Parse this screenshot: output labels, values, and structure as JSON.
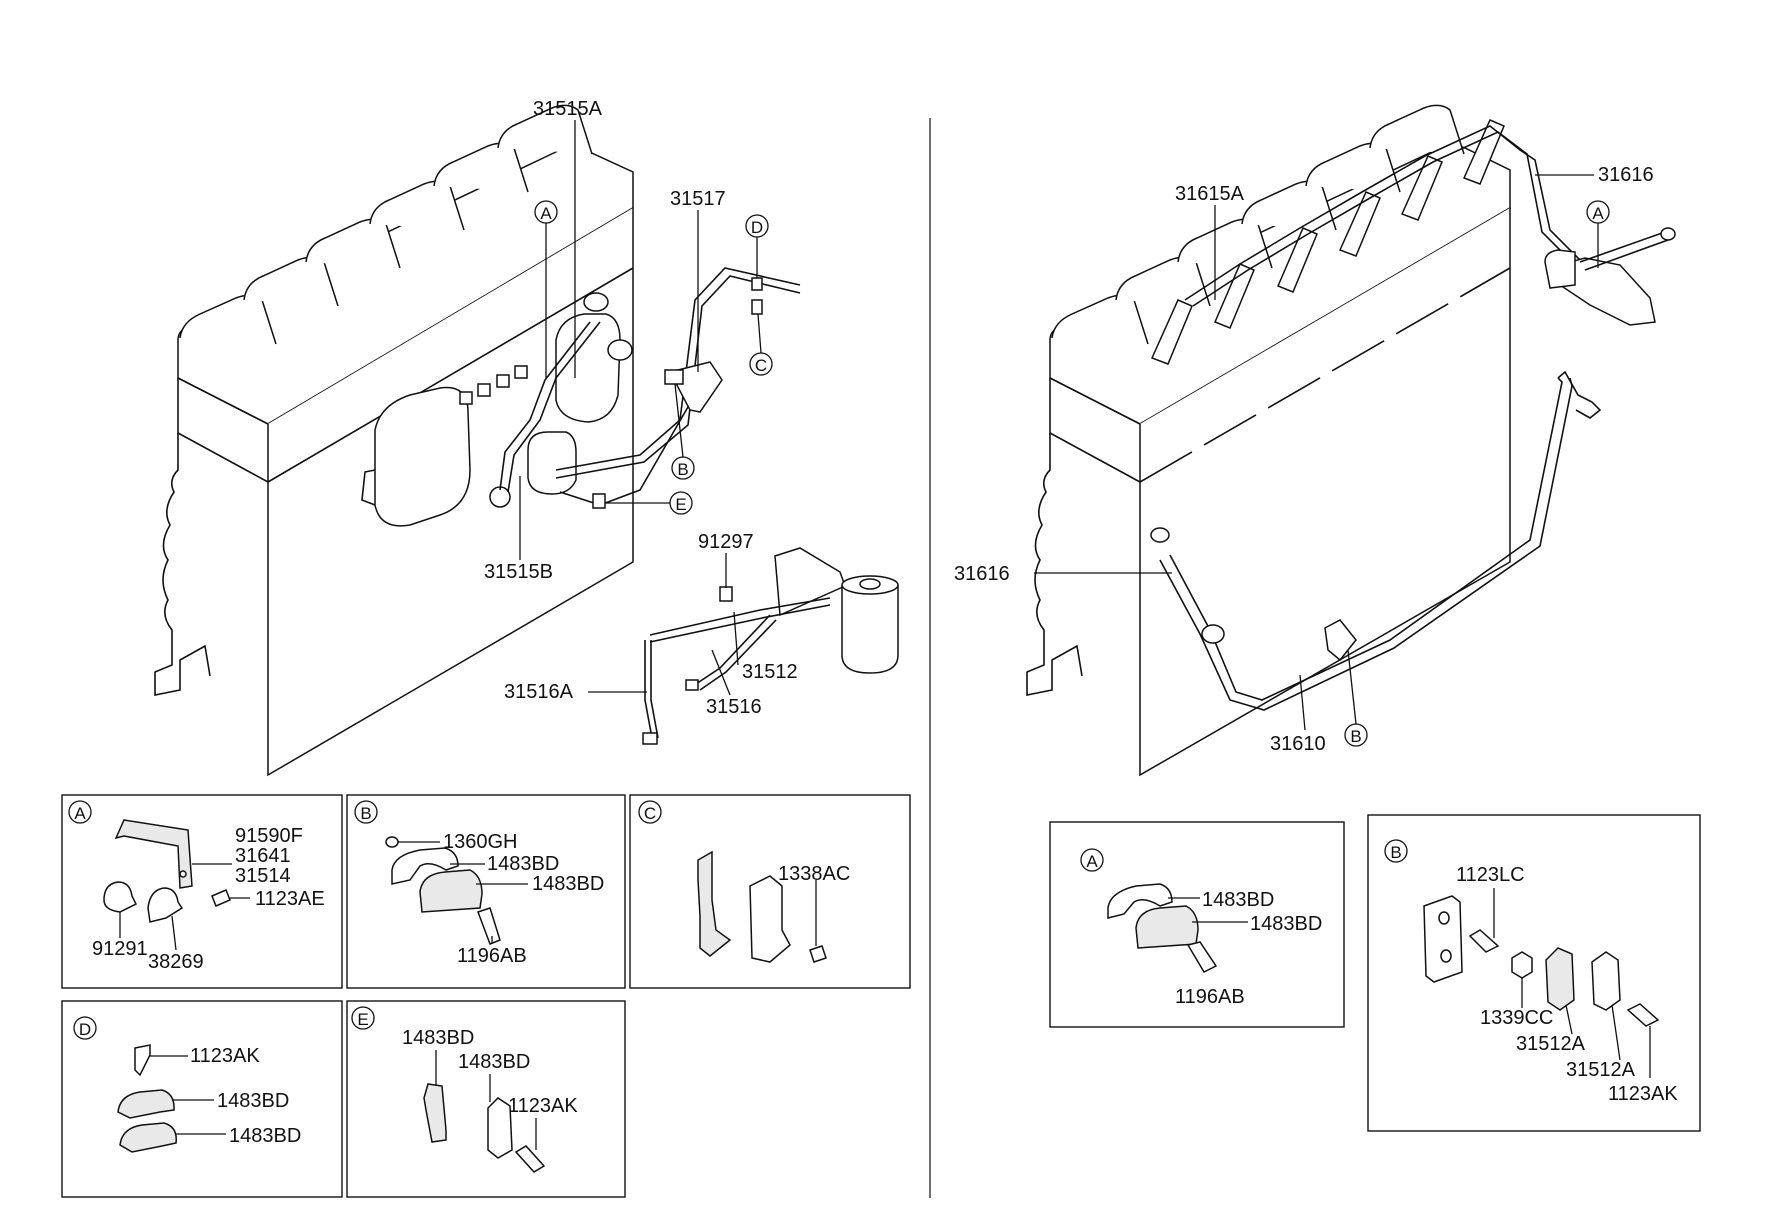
{
  "left_diagram": {
    "labels": [
      "31515A",
      "31517",
      "31515B",
      "91297",
      "31512",
      "31516A",
      "31516"
    ],
    "callouts": [
      "A",
      "D",
      "C",
      "B",
      "E"
    ]
  },
  "right_diagram": {
    "labels": [
      "31615A",
      "31616",
      "31616",
      "31610"
    ],
    "callouts": [
      "A",
      "B"
    ]
  },
  "detail_A_left": {
    "letter": "A",
    "parts": [
      "91590F",
      "31641",
      "31514",
      "1123AE",
      "91291",
      "38269"
    ]
  },
  "detail_B_left": {
    "letter": "B",
    "parts": [
      "1360GH",
      "1483BD",
      "1483BD",
      "1196AB"
    ]
  },
  "detail_C_left": {
    "letter": "C",
    "parts": [
      "1338AC"
    ]
  },
  "detail_D_left": {
    "letter": "D",
    "parts": [
      "1123AK",
      "1483BD",
      "1483BD"
    ]
  },
  "detail_E_left": {
    "letter": "E",
    "parts": [
      "1483BD",
      "1483BD",
      "1123AK"
    ]
  },
  "detail_A_right": {
    "letter": "A",
    "parts": [
      "1483BD",
      "1483BD",
      "1196AB"
    ]
  },
  "detail_B_right": {
    "letter": "B",
    "parts": [
      "1123LC",
      "1339CC",
      "31512A",
      "31512A",
      "1123AK"
    ]
  }
}
